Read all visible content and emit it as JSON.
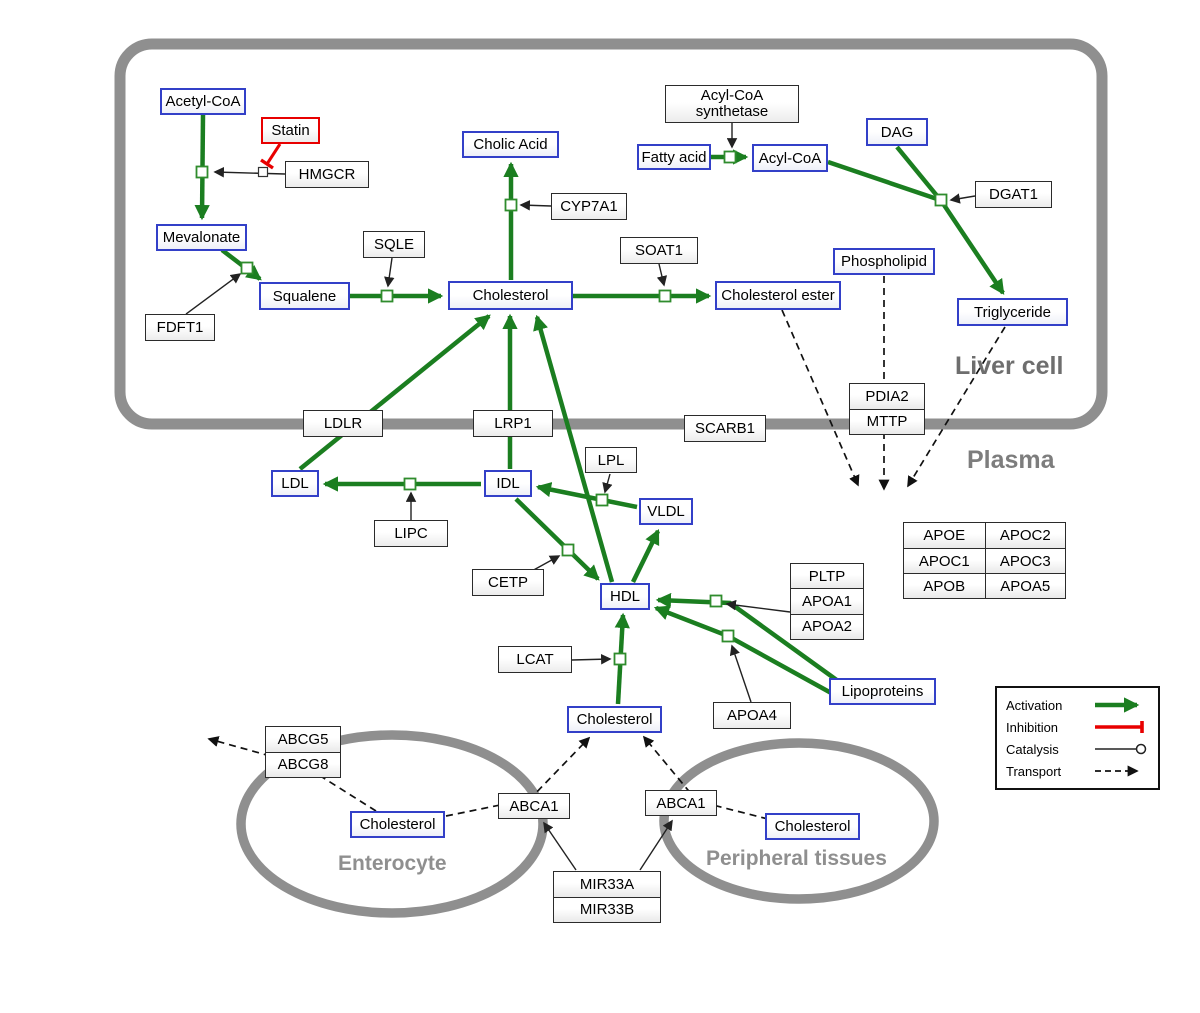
{
  "compartments": {
    "liver": "Liver cell",
    "plasma": "Plasma",
    "enterocyte": "Enterocyte",
    "peripheral": "Peripheral tissues"
  },
  "nodes": {
    "acetyl_coa": "Acetyl-CoA",
    "statin": "Statin",
    "hmgcr": "HMGCR",
    "mevalonate": "Mevalonate",
    "fdft1": "FDFT1",
    "squalene": "Squalene",
    "sqle": "SQLE",
    "cholesterol_liver": "Cholesterol",
    "cholic_acid": "Cholic Acid",
    "cyp7a1": "CYP7A1",
    "soat1": "SOAT1",
    "cholesterol_ester": "Cholesterol ester",
    "acyl_coa_synthetase": "Acyl-CoA synthetase",
    "fatty_acid": "Fatty acid",
    "acyl_coa": "Acyl-CoA",
    "dag": "DAG",
    "dgat1": "DGAT1",
    "phospholipid": "Phospholipid",
    "triglyceride": "Triglyceride",
    "ldlr": "LDLR",
    "lrp1": "LRP1",
    "scarb1": "SCARB1",
    "pdia2": "PDIA2",
    "mttp": "MTTP",
    "ldl": "LDL",
    "idl": "IDL",
    "lipc": "LIPC",
    "lpl": "LPL",
    "vldl": "VLDL",
    "cetp": "CETP",
    "hdl": "HDL",
    "lcat": "LCAT",
    "pltp": "PLTP",
    "apoa1": "APOA1",
    "apoa2": "APOA2",
    "apoa4": "APOA4",
    "lipoproteins": "Lipoproteins",
    "apo_table": [
      [
        "APOE",
        "APOC2"
      ],
      [
        "APOC1",
        "APOC3"
      ],
      [
        "APOB",
        "APOA5"
      ]
    ],
    "cholesterol_plasma": "Cholesterol",
    "abcg5": "ABCG5",
    "abcg8": "ABCG8",
    "cholesterol_enterocyte": "Cholesterol",
    "abca1_left": "ABCA1",
    "abca1_right": "ABCA1",
    "cholesterol_peripheral": "Cholesterol",
    "mir33a": "MIR33A",
    "mir33b": "MIR33B"
  },
  "legend": {
    "activation": "Activation",
    "inhibition": "Inhibition",
    "catalysis": "Catalysis",
    "transport": "Transport"
  },
  "colors": {
    "activation_green": "#1b7e20",
    "inhibition_red": "#e80000",
    "metabolite_border_blue": "#3340c8",
    "membrane_gray": "#8f8f8f"
  }
}
